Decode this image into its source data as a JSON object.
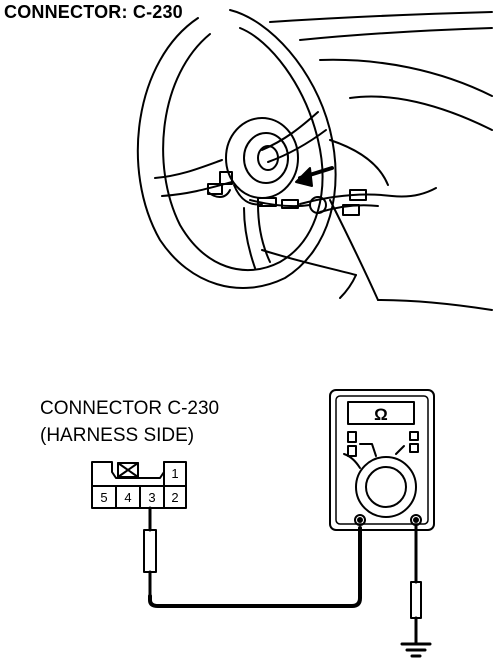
{
  "title": "CONNECTOR: C-230",
  "connector_label_line1": "CONNECTOR C-230",
  "connector_label_line2": "(HARNESS SIDE)",
  "connector": {
    "top_right_pin": "1",
    "bottom_pins": [
      "5",
      "4",
      "3",
      "2"
    ]
  },
  "meter": {
    "display": "Ω"
  }
}
